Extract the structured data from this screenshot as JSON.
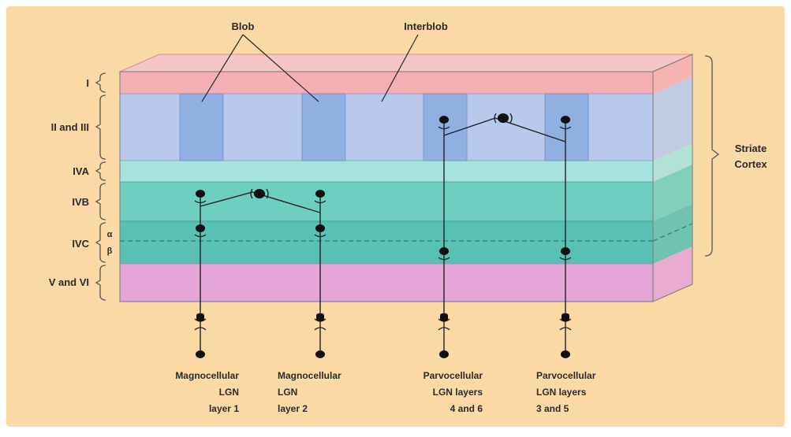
{
  "top_labels": {
    "blob": "Blob",
    "interblob": "Interblob"
  },
  "layers": [
    {
      "label": "I",
      "color": "#f4aeb4"
    },
    {
      "label": "II and III",
      "color": "#b8c9ec"
    },
    {
      "label": "IVA",
      "color": "#a6e3de"
    },
    {
      "label": "IVB",
      "color": "#6ecfc0"
    },
    {
      "label": "IVC",
      "color": "#59c0b4"
    },
    {
      "label": "V and VI",
      "color": "#e4a5d7"
    }
  ],
  "ivc_sublabels": {
    "alpha": "α",
    "beta": "β"
  },
  "bracket_label": {
    "line1": "Striate",
    "line2": "Cortex"
  },
  "inputs": [
    {
      "lines": [
        "Magnocellular",
        "LGN",
        "layer 1"
      ]
    },
    {
      "lines": [
        "Magnocellular",
        "LGN",
        "layer 2"
      ]
    },
    {
      "lines": [
        "Parvocellular",
        "LGN layers",
        "4 and 6"
      ]
    },
    {
      "lines": [
        "Parvocellular",
        "LGN layers",
        "3 and 5"
      ]
    }
  ],
  "colors": {
    "background": "#fbd9a4",
    "blob": "#8fb0e0",
    "axon": "#222222"
  }
}
